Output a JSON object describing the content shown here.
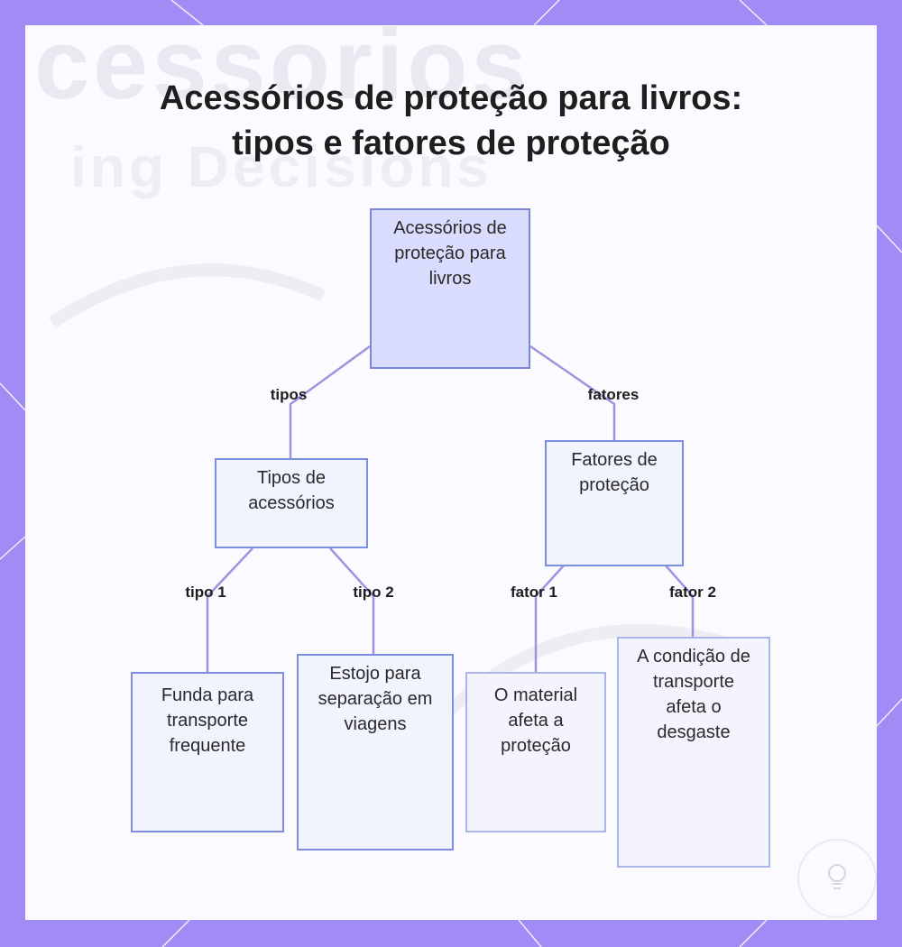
{
  "title": {
    "line1": "Acessórios de proteção para livros:",
    "line2": "tipos e fatores de proteção"
  },
  "background_text": {
    "line1": "cessorios",
    "line2": "ing Decisions"
  },
  "diagram": {
    "root": {
      "label": "Acessórios de proteção para livros"
    },
    "branches": [
      {
        "edge_label": "tipos",
        "label": "Tipos de acessórios",
        "children": [
          {
            "edge_label": "tipo 1",
            "label": "Funda para transporte frequente"
          },
          {
            "edge_label": "tipo 2",
            "label": "Estojo para separação em viagens"
          }
        ]
      },
      {
        "edge_label": "fatores",
        "label": "Fatores de proteção",
        "children": [
          {
            "edge_label": "fator 1",
            "label": "O material afeta a proteção"
          },
          {
            "edge_label": "fator 2",
            "label": "A condição de transporte afeta o desgaste"
          }
        ]
      }
    ]
  },
  "colors": {
    "frame": "#a08cf4",
    "connector": "#a58fe0",
    "node_border": "#7d8ddf",
    "node_fill": "#f1f3ff",
    "root_fill": "#d9dcfc"
  },
  "icons": {
    "badge": "lightbulb-icon"
  }
}
